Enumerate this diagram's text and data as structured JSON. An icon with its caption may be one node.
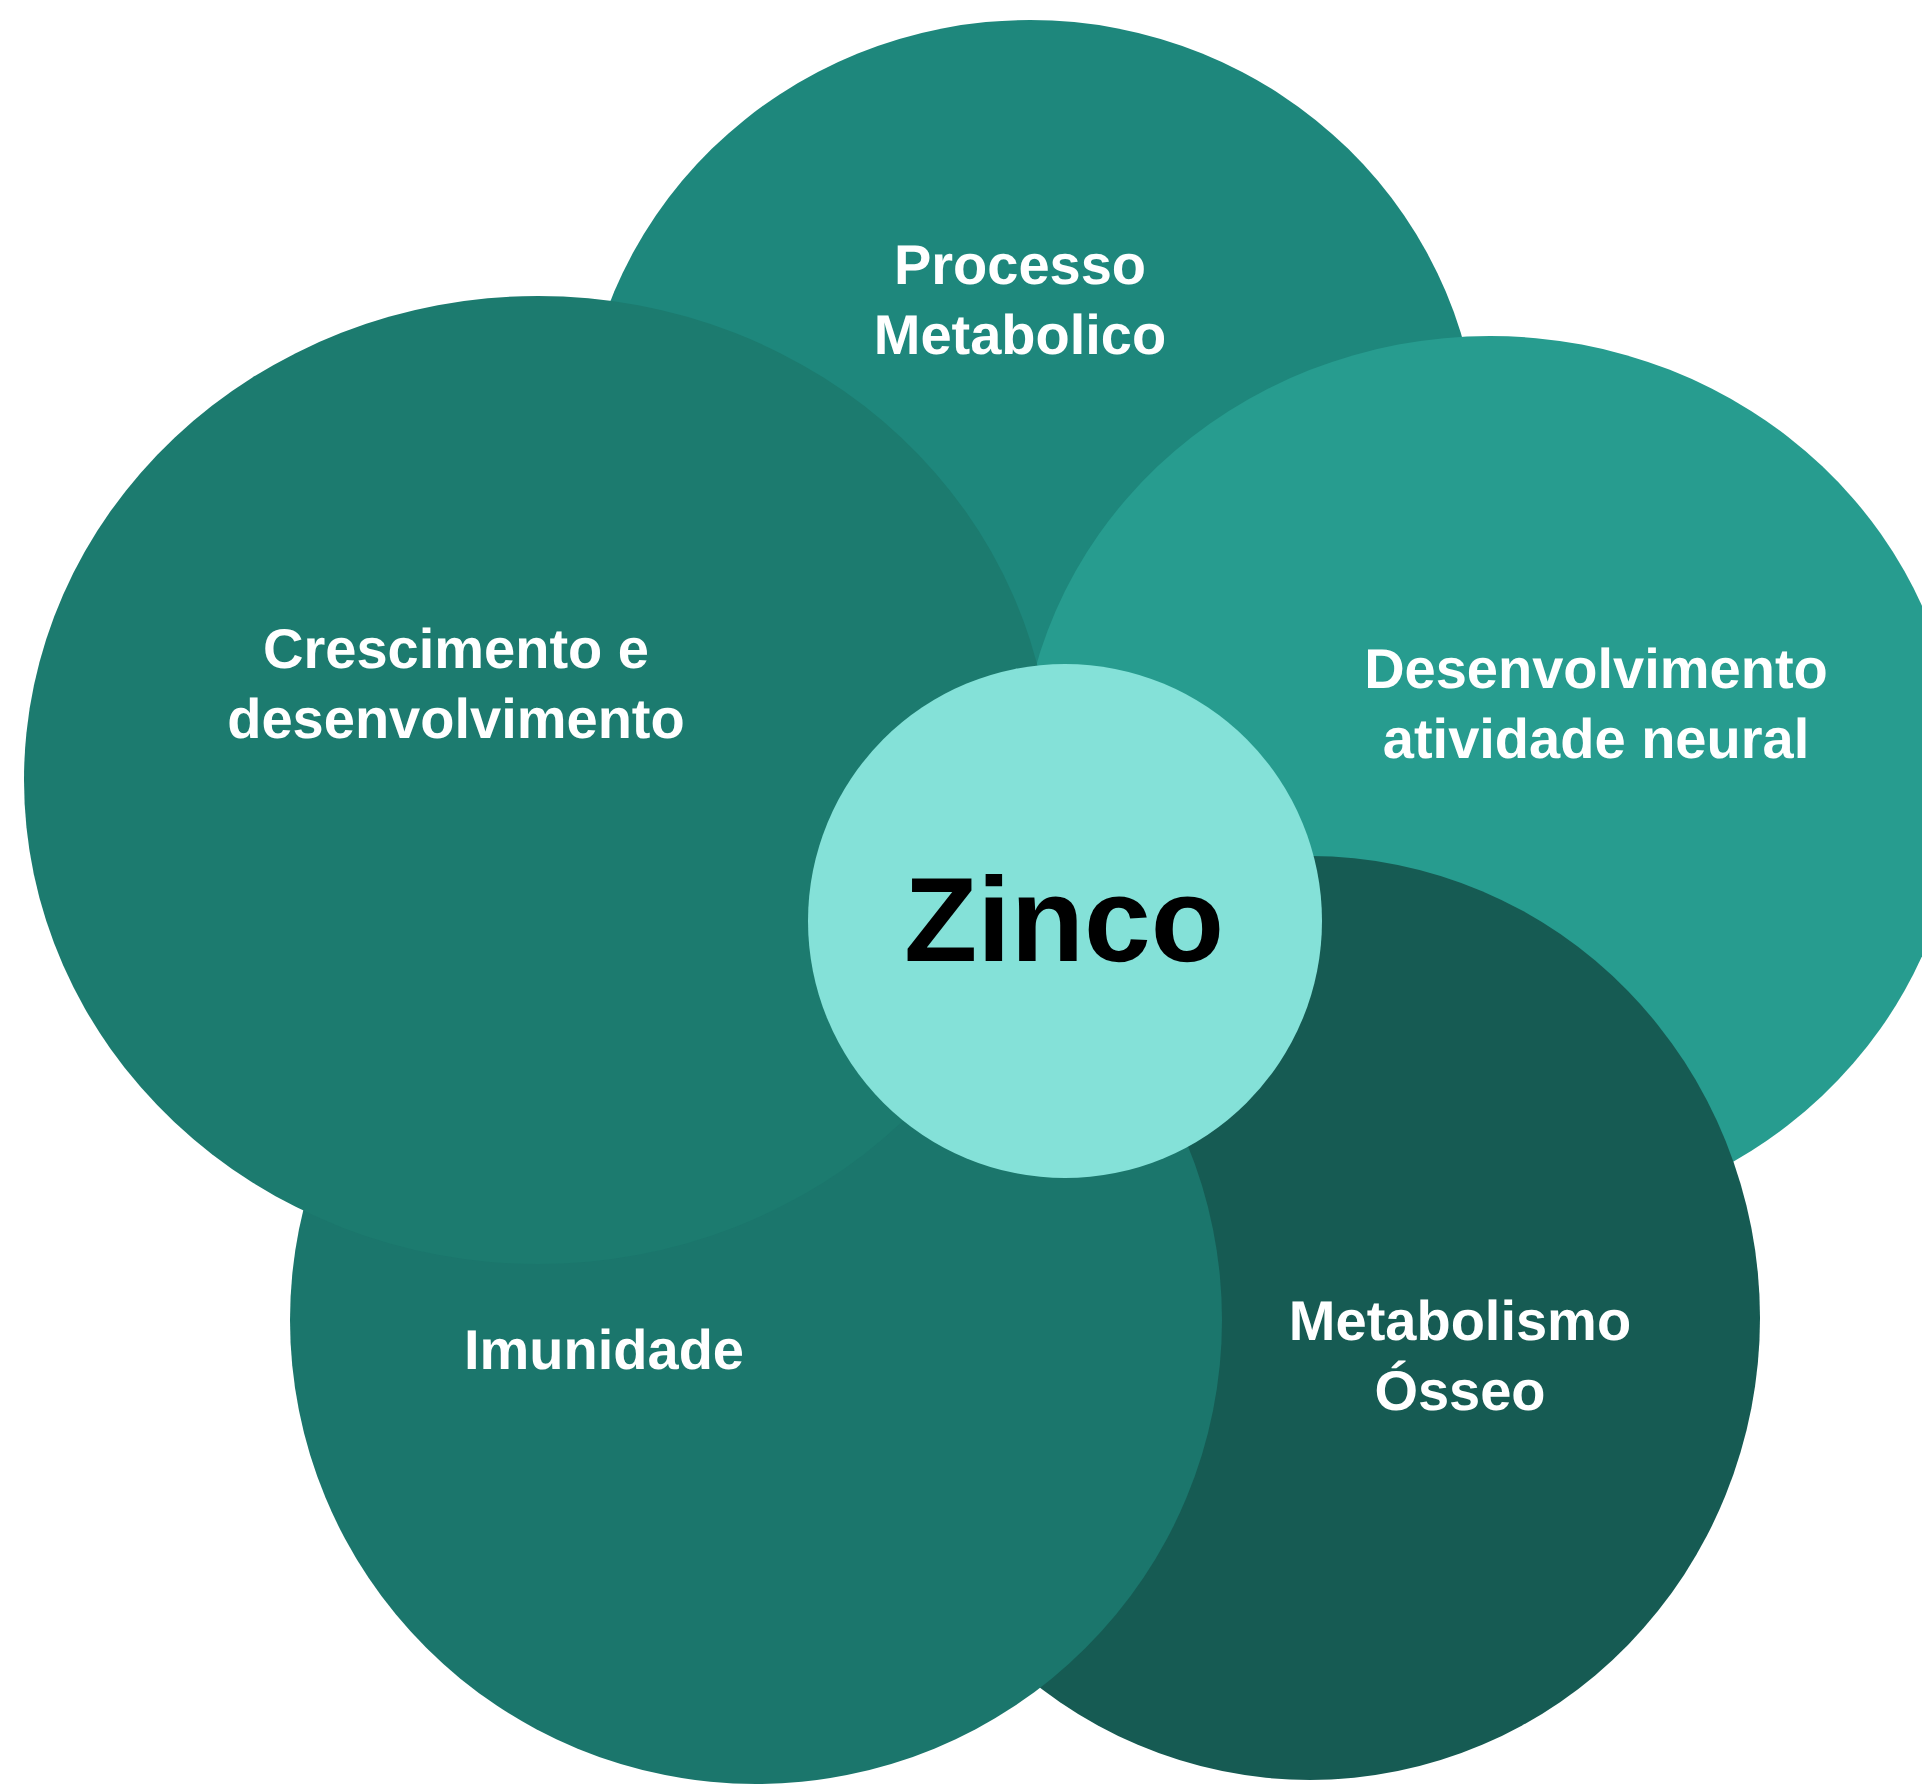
{
  "diagram": {
    "nodes": [
      {
        "text": [
          "Processo Metabolico"
        ]
      },
      {
        "text": [
          "Crescimento e desenvolvimento"
        ]
      },
      {
        "text": [
          "Desenvolvimento atividade neural"
        ]
      },
      {
        "text": [
          "Zinco"
        ]
      },
      {
        "text": [
          "Imunidade"
        ]
      },
      {
        "text": [
          "Metabolismo Ósseo"
        ]
      }
    ]
  }
}
